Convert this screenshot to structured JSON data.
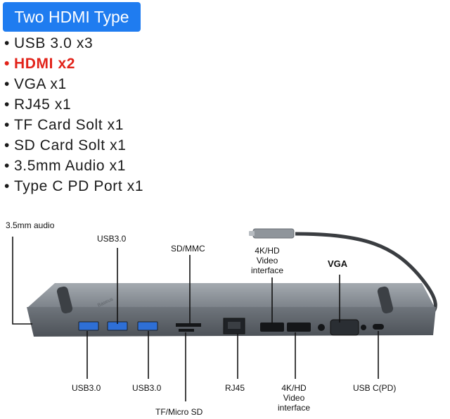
{
  "title": "Two HDMI Type",
  "specs": [
    {
      "text": "USB 3.0 x3",
      "highlight": false
    },
    {
      "text": "HDMI x2",
      "highlight": true
    },
    {
      "text": "VGA x1",
      "highlight": false
    },
    {
      "text": "RJ45 x1",
      "highlight": false
    },
    {
      "text": "TF Card Solt x1",
      "highlight": false
    },
    {
      "text": "SD Card Solt x1",
      "highlight": false
    },
    {
      "text": "3.5mm Audio x1",
      "highlight": false
    },
    {
      "text": "Type C PD Port x1",
      "highlight": false
    }
  ],
  "labels": {
    "audio": "3.5mm audio",
    "usb_top": "USB3.0",
    "sd": "SD/MMC",
    "hdmi_top": [
      "4K/HD",
      "Video",
      "interface"
    ],
    "vga": "VGA",
    "usb_bottom_1": "USB3.0",
    "usb_bottom_2": "USB3.0",
    "tf": "TF/Micro SD",
    "rj45": "RJ45",
    "hdmi_bottom": [
      "4K/HD",
      "Video",
      "interface"
    ],
    "usbc": "USB C(PD)"
  },
  "brand": "Baseus",
  "colors": {
    "badge": "#1f7cf0",
    "highlight": "#e2231a",
    "hub_body": "#8a9097",
    "port_blue": "#2e6fd6"
  }
}
